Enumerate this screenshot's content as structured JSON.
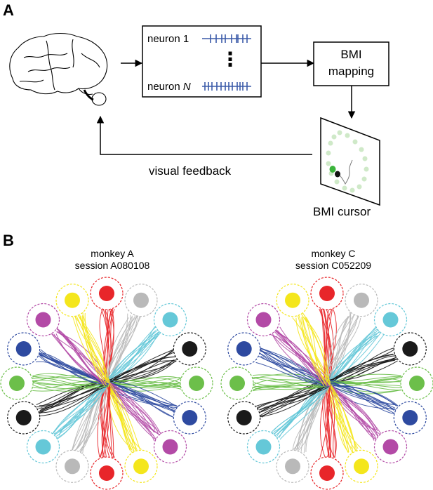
{
  "panelA": {
    "letter": "A",
    "neuron_first": "neuron 1",
    "neuron_last_prefix": "neuron ",
    "neuron_last_var": "N",
    "ellipsis": "⋮",
    "bmi_mapping_line1": "BMI",
    "bmi_mapping_line2": "mapping",
    "feedback_label": "visual feedback",
    "cursor_label": "BMI cursor",
    "spike_color": "#3a5aa8"
  },
  "panelB": {
    "letter": "B",
    "monkeys": [
      {
        "title": "monkey A",
        "session": "session A080108"
      },
      {
        "title": "monkey C",
        "session": "session C052209"
      }
    ],
    "target_colors": [
      "#e8262a",
      "#b9b9b9",
      "#65c8d8",
      "#1a1a1a",
      "#6cbf4a",
      "#2e4aa0",
      "#b34aa6",
      "#f4e61c"
    ]
  }
}
